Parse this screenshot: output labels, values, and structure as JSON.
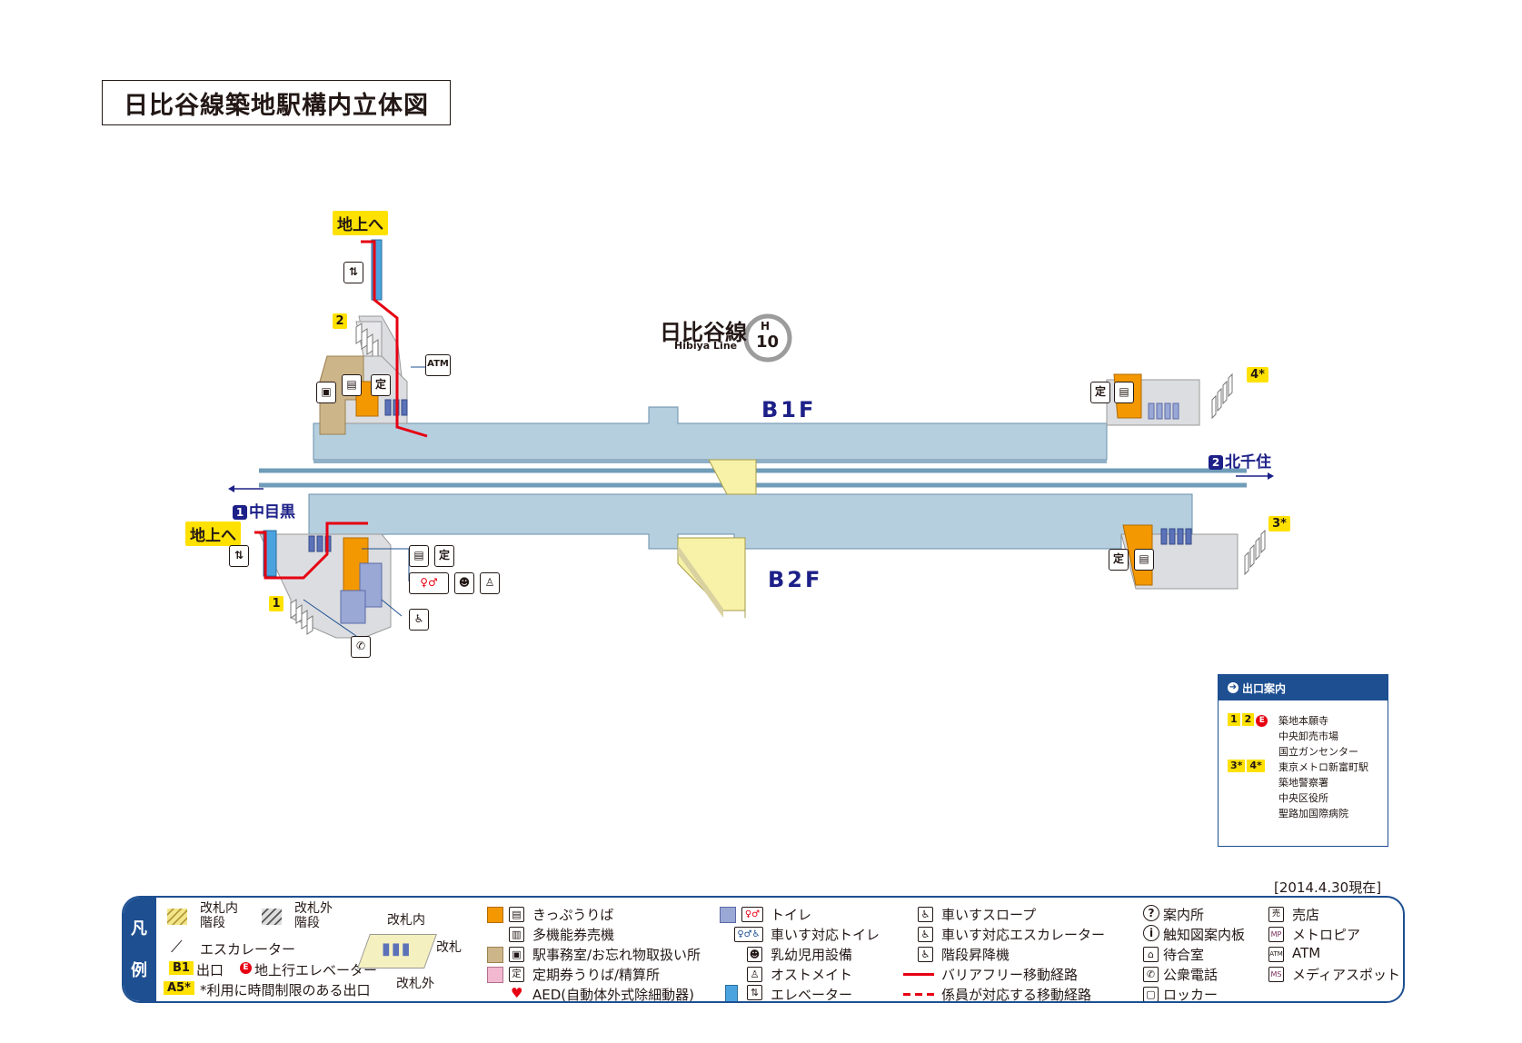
{
  "title": "日比谷線築地駅構内立体図",
  "line": {
    "name_ja": "日比谷線",
    "name_en": "Hibiya Line",
    "code_letter": "H",
    "code_number": "10",
    "color": "#9c9c9c"
  },
  "floors": {
    "b1": "B1F",
    "b2": "B2F"
  },
  "directions": {
    "to_kitasenju_num": "2",
    "to_kitasenju": "北千住",
    "to_nakameguro_num": "1",
    "to_nakameguro": "中目黒"
  },
  "map_labels": {
    "to_ground_1": "地上へ",
    "to_ground_2": "地上へ",
    "exit_2": "2",
    "exit_1": "1",
    "exit_4": "4*",
    "exit_3": "3*",
    "atm": "ATM",
    "ticket_icon": "定"
  },
  "exit_guide": {
    "header": "出口案内",
    "group1_badges": [
      "1",
      "2"
    ],
    "group1_elevator": "E",
    "group1_places": [
      "築地本願寺",
      "中央卸売市場",
      "国立ガンセンター"
    ],
    "group2_badges": [
      "3*",
      "4*"
    ],
    "group2_places": [
      "東京メトロ新富町駅",
      "築地警察署",
      "中央区役所",
      "聖路加国際病院"
    ]
  },
  "date": "[2014.4.30現在]",
  "legend": {
    "side_top": "凡",
    "side_bottom": "例",
    "stairs_inside": "改札内\n階段",
    "stairs_inside_l1": "改札内",
    "stairs_inside_l2": "階段",
    "stairs_outside_l1": "改札外",
    "stairs_outside_l2": "階段",
    "escalator": "エスカレーター",
    "exit_badge": "B1",
    "exit_label": "出口",
    "elevator_badge": "E",
    "elevator_label": "地上行エレベーター",
    "limited_badge": "A5*",
    "limited_label": "*利用に時間制限のある出口",
    "gate_inside": "改札内",
    "gate": "改札",
    "gate_outside": "改札外",
    "col2": [
      "きっぷうりば",
      "多機能券売機",
      "駅事務室/お忘れ物取扱い所",
      "定期券うりば/精算所",
      "AED(自動体外式除細動器)"
    ],
    "col3": [
      "トイレ",
      "車いす対応トイレ",
      "乳幼児用設備",
      "オストメイト",
      "エレベーター"
    ],
    "col4": [
      "車いすスロープ",
      "車いす対応エスカレーター",
      "階段昇降機",
      "バリアフリー移動経路",
      "係員が対応する移動経路"
    ],
    "col5": [
      "案内所",
      "触知図案内板",
      "待合室",
      "公衆電話",
      "ロッカー"
    ],
    "col6": [
      "売店",
      "メトロピア",
      "ATM",
      "メディアスポット"
    ],
    "col6_icons": [
      "売",
      "MP",
      "ATM",
      "MS"
    ]
  },
  "colors": {
    "platform": "#b5cfdf",
    "concourse": "#dcdde0",
    "ticket_office": "#f39800",
    "barrier_free_route": "#e60012",
    "stairs": "#f8f1a8",
    "brand_blue": "#1d4f91"
  }
}
